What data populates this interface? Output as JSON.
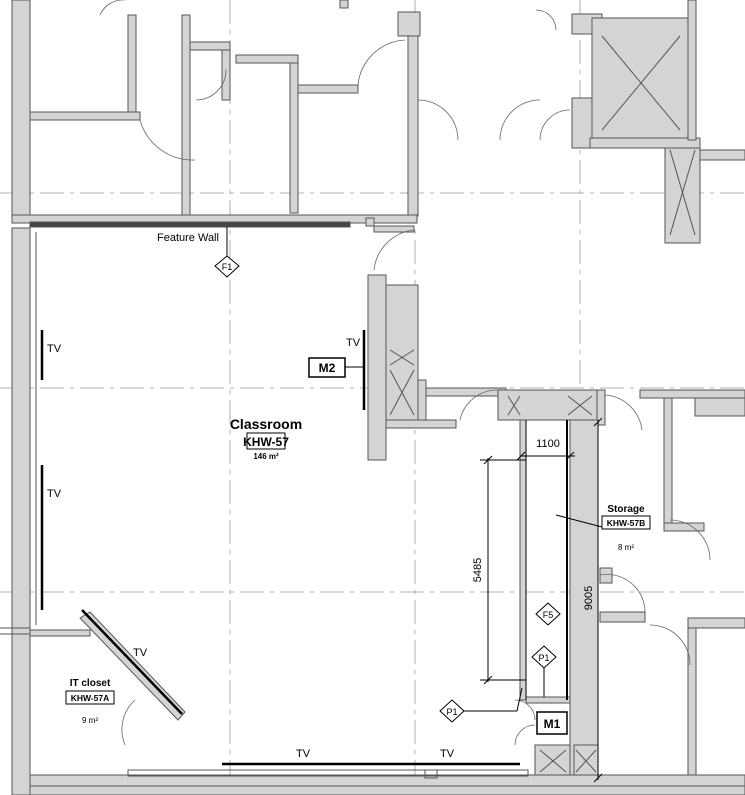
{
  "plan": {
    "feature_wall_label": "Feature Wall",
    "tags": {
      "f1": "F1",
      "f5": "F5",
      "p1_a": "P1",
      "p1_b": "P1",
      "m1": "M1",
      "m2": "M2"
    },
    "tv_labels": [
      "TV",
      "TV",
      "TV",
      "TV",
      "TV",
      "TV"
    ],
    "rooms": {
      "classroom": {
        "name": "Classroom",
        "number": "KHW-57",
        "area": "146 m²"
      },
      "storage": {
        "name": "Storage",
        "number": "KHW-57B",
        "area": "8 m²"
      },
      "it_closet": {
        "name": "IT closet",
        "number": "KHW-57A",
        "area": "9 m²"
      }
    },
    "dimensions": {
      "width": "1100",
      "length": "5485",
      "height": "9005"
    }
  }
}
